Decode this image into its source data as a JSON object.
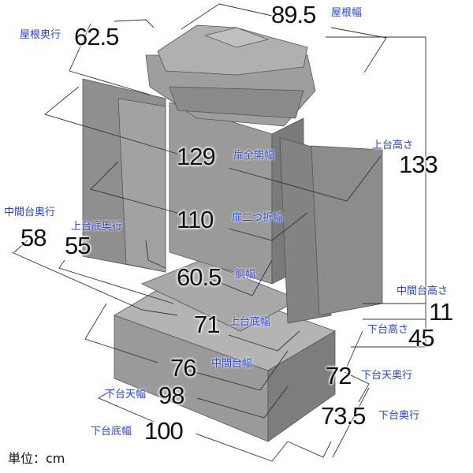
{
  "title": "仏壇 寸法図",
  "unit_label": "単位：cm",
  "dimensions": [
    {
      "label": "屋根幅",
      "value": "89.5"
    },
    {
      "label": "屋根奥行",
      "value": "62.5"
    },
    {
      "label": "扉全開幅",
      "value": "129"
    },
    {
      "label": "上台高さ",
      "value": "133"
    },
    {
      "label": "扉二つ折幅",
      "value": "110"
    },
    {
      "label": "中間台奥行",
      "value": "58"
    },
    {
      "label": "上台底奥行",
      "value": "55"
    },
    {
      "label": "胴幅",
      "value": "60.5"
    },
    {
      "label": "中間台高さ",
      "value": "11"
    },
    {
      "label": "上台底幅",
      "value": "71"
    },
    {
      "label": "下台高さ",
      "value": "45"
    },
    {
      "label": "中間台幅",
      "value": "76"
    },
    {
      "label": "下台天奥行",
      "value": "72"
    },
    {
      "label": "下台天幅",
      "value": "98"
    },
    {
      "label": "下台奥行",
      "value": "73.5"
    },
    {
      "label": "下台底幅",
      "value": "100"
    }
  ],
  "colors": {
    "label": "#2a45c8",
    "number": "#111111",
    "body": "#8c8c8c"
  }
}
